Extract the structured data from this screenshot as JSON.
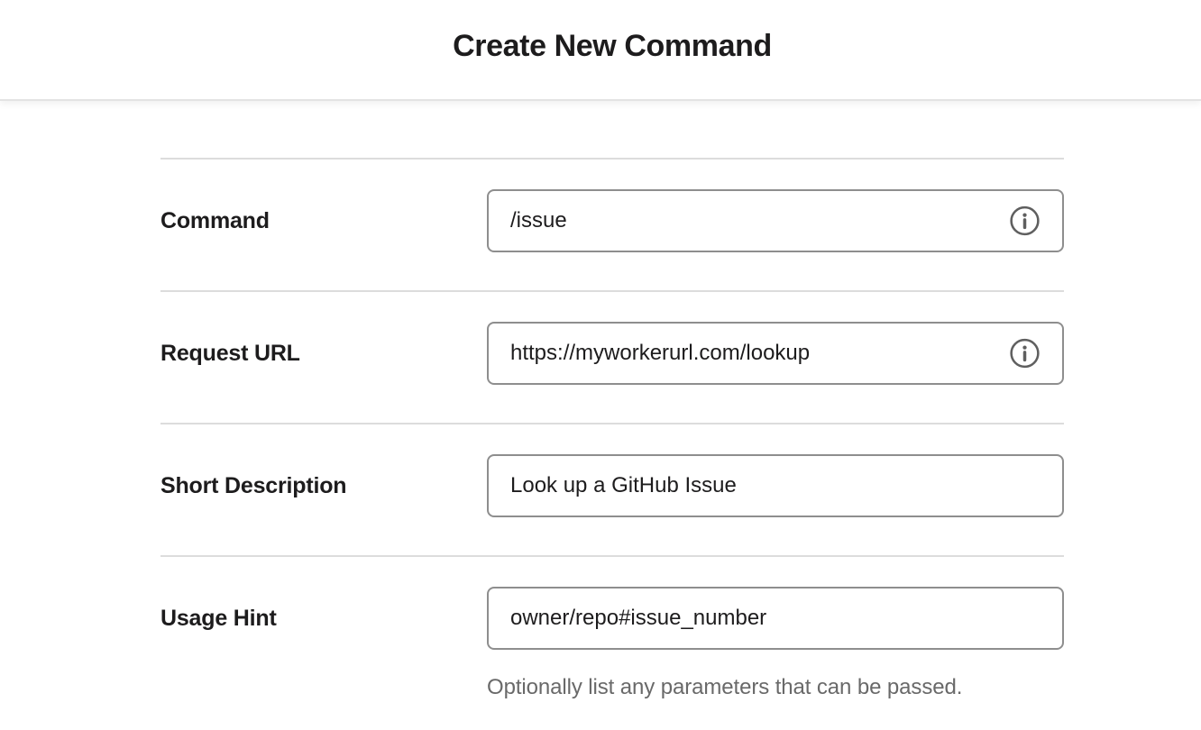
{
  "header": {
    "title": "Create New Command"
  },
  "form": {
    "rows": [
      {
        "label": "Command",
        "value": "/issue",
        "has_info": true
      },
      {
        "label": "Request URL",
        "value": "https://myworkerurl.com/lookup",
        "has_info": true
      },
      {
        "label": "Short Description",
        "value": "Look up a GitHub Issue",
        "has_info": false
      },
      {
        "label": "Usage Hint",
        "value": "owner/repo#issue_number",
        "has_info": false,
        "helper": "Optionally list any parameters that can be passed."
      }
    ]
  },
  "icons": {
    "info": "info-circle-icon"
  },
  "colors": {
    "text": "#1d1c1d",
    "muted_text": "#696969",
    "row_divider": "#dcdcdc",
    "input_border": "#8e8e8e",
    "header_border": "#e3e3e3",
    "background": "#ffffff"
  }
}
